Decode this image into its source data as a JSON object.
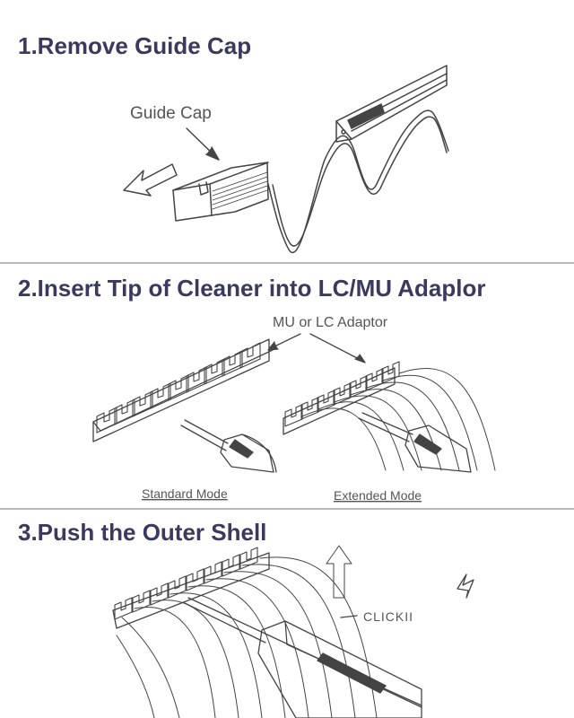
{
  "sections": [
    {
      "title": "1.Remove Guide Cap",
      "label_guide_cap": "Guide Cap"
    },
    {
      "title": "2.Insert Tip of Cleaner into LC/MU Adaplor",
      "label_adaptor": "MU or LC Adaptor",
      "label_standard": "Standard Mode",
      "label_extended": "Extended Mode"
    },
    {
      "title": "3.Push the Outer Shell",
      "label_click": "CLICKII"
    }
  ],
  "icons": [
    "arrow-left-icon",
    "arrow-down-icon",
    "lightning-icon"
  ],
  "colors": {
    "title": "#3a3a5e",
    "line": "#444444",
    "divider": "#b9b9b9"
  }
}
